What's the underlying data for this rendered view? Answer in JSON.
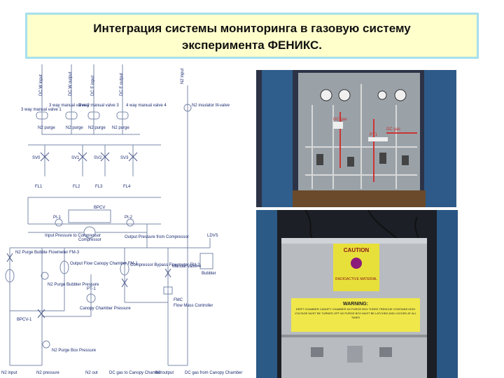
{
  "title": {
    "line1": "Интеграция системы мониторинга в газовую систему",
    "line2": "эксперимента ФЕНИКС."
  },
  "diagram": {
    "inputs": [
      "DC W input",
      "DC W output",
      "DC E input",
      "DC E output",
      "N2 input"
    ],
    "valves_top": [
      "3 way manual valve 1",
      "3 way manual valve 2",
      "3 way manual valve 3",
      "4 way manual valve 4"
    ],
    "purge_labels": [
      "N2 purge",
      "N2 purge",
      "N2 purge",
      "N2 purge"
    ],
    "n2_insulator": "N2 insulator Ill-valve",
    "solenoids": [
      "SV0",
      "SV1",
      "SV2",
      "SV3"
    ],
    "filters": [
      "FL1",
      "FL2",
      "FL3",
      "FL4"
    ],
    "bpcv": "BPCV",
    "pi1": "PI-1",
    "pi2": "PI-2",
    "input_pressure": "Input Pressure to Compressor",
    "output_pressure": "Output Pressure from Compressor",
    "compressor": "Compressor",
    "ldvs": "LDVS",
    "bubbler": "Bubbler",
    "flow_left": "N2 Purge Bubble Flowmeter FM-3",
    "fm1": "Output Flow Canopy Chamber FM-1",
    "fm2": "Compressor Bypass Flowmeter FM-2",
    "manual_valve": "Manual Valve-4",
    "n2_purge_bubble": "N2 Purge Bubbler Pressure",
    "pt1": "PT-1",
    "canopy_pressure": "Canopy Chamber Pressure",
    "fmc": "FMC",
    "flow_controller": "Flow Mass Controller",
    "bpcv1": "BPCV-1",
    "n2_purge_box": "N2 Purge Box Pressure",
    "bottom_labels": [
      "N2 input",
      "N2 pressure",
      "N2 out",
      "DC gas to Canopy Chamber",
      "N2 output",
      "DC gas from Canopy Chamber"
    ]
  },
  "photo_top": {
    "tags": [
      "DC gas",
      "DC gas",
      "PT1"
    ]
  },
  "photo_bottom": {
    "caution_title": "CAUTION",
    "caution_text": "RADIOACTIVE MATERIAL",
    "warning_title": "WARNING:",
    "warning_text": "DRIFT CHAMBER CANOPY CHAMBER N2 PURGE BOX THREE TRENCHE CONTAINS HIGH VOLTAGE MUST BE TURNED OFF N2 PURGE BOX MUST BE LATCHED AND LOCKED AT ALL TIMES"
  },
  "colors": {
    "title_bg": "#ffffcc",
    "title_border": "#a6e0ec",
    "schematic_line": "#7a88aa",
    "label": "#1a2a70",
    "warning_yellow": "#e8e03a"
  }
}
